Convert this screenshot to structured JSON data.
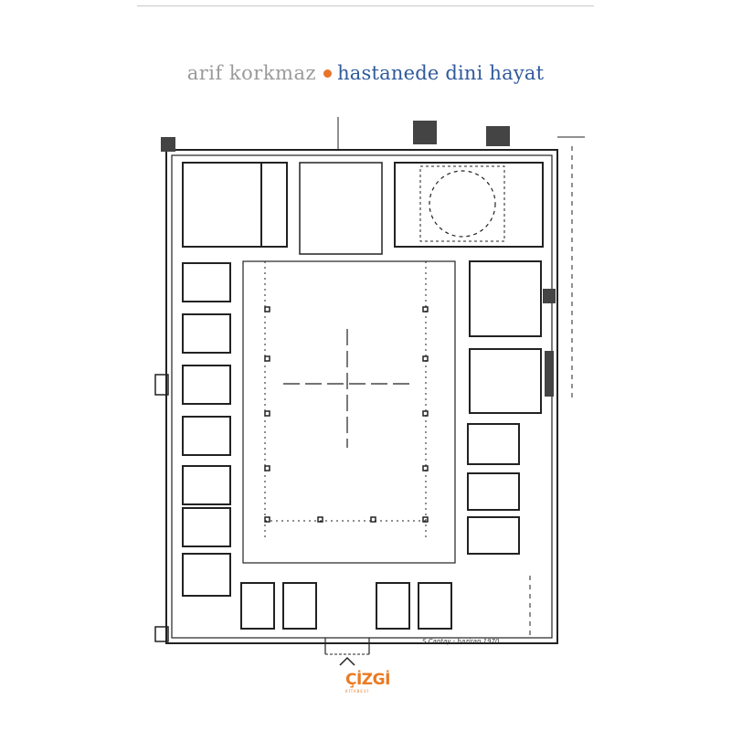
{
  "cover": {
    "author": "arif korkmaz",
    "title": "hastanede dini hayat",
    "plan_note": "S.Cantay - haziran 1970",
    "publisher_name": "ÇİZGİ",
    "publisher_sub": "KİTABEVİ"
  },
  "colors": {
    "author": "#9a9a9a",
    "title": "#2f5a9c",
    "accent": "#e8742a",
    "publisher": "#ec7a22"
  }
}
